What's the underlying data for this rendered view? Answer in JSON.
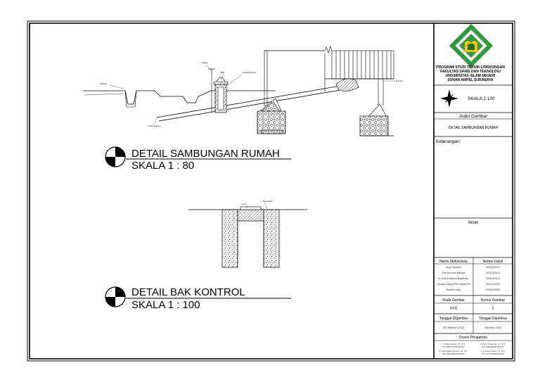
{
  "title_block": {
    "institution": [
      "PROGRAM STUDI TEKNIK LINGKUNGAN",
      "FAKULTAS SAINS DAN TEKNOLOGI",
      "UNIVERSITAS ISLAM NEGERI",
      "SUNAN AMPEL SURABAYA"
    ],
    "scale_label": "SKALA 1:100",
    "judul_gambar_label": "Judul Gambar",
    "judul_gambar_value": "DETAIL SAMBUNGAN RUMAH",
    "keterangan_label": "Keterangan:",
    "inset_label": "Inset",
    "nama_mahasiswa_label": "Nama Mahasiswa",
    "nomor_induk_label": "Nomor Induk",
    "students": [
      {
        "name": "Aisyh Sabadha",
        "nim": "09010322003"
      },
      {
        "name": "Elva Nurrahmi Mahaya",
        "nim": "09010322013"
      },
      {
        "name": "M. Erlan Ardiansa Hidayatullah",
        "nim": "09040322030"
      },
      {
        "name": "Nindyaha Zaiyah Ridi Dahiya Fitri",
        "nim": "09040322034"
      },
      {
        "name": "Nabyrha Kalia",
        "nim": "09040322058"
      }
    ],
    "skala_gambar_label": "Skala Gambar",
    "nomor_gambar_label": "Nomor Gambar",
    "skala_gambar_value": "NTS",
    "nomor_gambar_value": "2",
    "tanggal_digambar_label": "Tanggal Digambar",
    "tanggal_diperiksa_label": "Tanggal Diperiksa",
    "tanggal_digambar_value": "20 Oktober 2025",
    "tanggal_diperiksa_value": "Oktober 2025",
    "dosen_label": "Dosen Pengampu",
    "dosen": [
      {
        "name": "Ir. Shinta Indriyani, S.T., M.T.",
        "nip": "NIP. 198707012014032003"
      },
      {
        "name": "Ir. Teguh Ardiansyah, S.T., M.T.",
        "nip": "NIP. 198810042015031002"
      },
      {
        "name": "Ir. Sarita Martha Susanto, ST., M.T.",
        "nip": "NIP. 198410232019032016"
      },
      {
        "name": "Ir. Yusrina Purwanti, ST., M.T.",
        "nip": "NIP. 197412052020122003"
      }
    ]
  },
  "drawing_1": {
    "title": "DETAIL SAMBUNGAN RUMAH",
    "scale": "SKALA 1 : 80",
    "labels": {
      "pagar": "Pagar",
      "saluran": "Saluran",
      "bak": "Bak",
      "lubang": "Lubang kontrol",
      "pipa": "Pipa saluran",
      "rumah": "Rumah"
    }
  },
  "drawing_2": {
    "title": "DETAIL BAK KONTROL",
    "scale": "SKALA 1 : 100",
    "labels": {
      "tutup": "Tutup",
      "pembatas": "Pembatas"
    }
  },
  "colors": {
    "logo_green": "#2e9a3c",
    "logo_yellow": "#f2c500",
    "logo_dark": "#1c6e2a"
  }
}
